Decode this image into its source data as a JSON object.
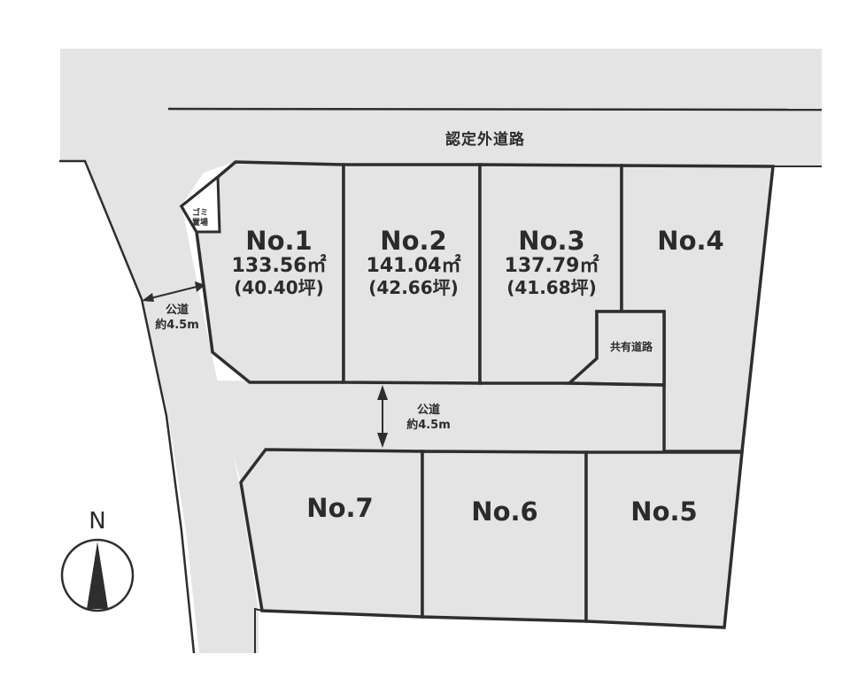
{
  "map": {
    "colors": {
      "ground": "#e4e4e4",
      "line": "#2e2e2e",
      "paper": "#ffffff"
    },
    "top_road": {
      "label": "認定外道路"
    },
    "west_road": {
      "label_line1": "公道",
      "label_line2": "約4.5m"
    },
    "center_road": {
      "label_line1": "公道",
      "label_line2": "約4.5m"
    },
    "shared_road": {
      "label": "共有道路"
    },
    "garbage": {
      "label_line1": "ゴミ",
      "label_line2": "置場"
    },
    "north": {
      "label": "N",
      "icon": "north-arrow-icon"
    },
    "lots": [
      {
        "no": "No.1",
        "area": "133.56㎡",
        "tsubo": "(40.40坪)"
      },
      {
        "no": "No.2",
        "area": "141.04㎡",
        "tsubo": "(42.66坪)"
      },
      {
        "no": "No.3",
        "area": "137.79㎡",
        "tsubo": "(41.68坪)"
      },
      {
        "no": "No.4"
      },
      {
        "no": "No.5"
      },
      {
        "no": "No.6"
      },
      {
        "no": "No.7"
      }
    ]
  }
}
